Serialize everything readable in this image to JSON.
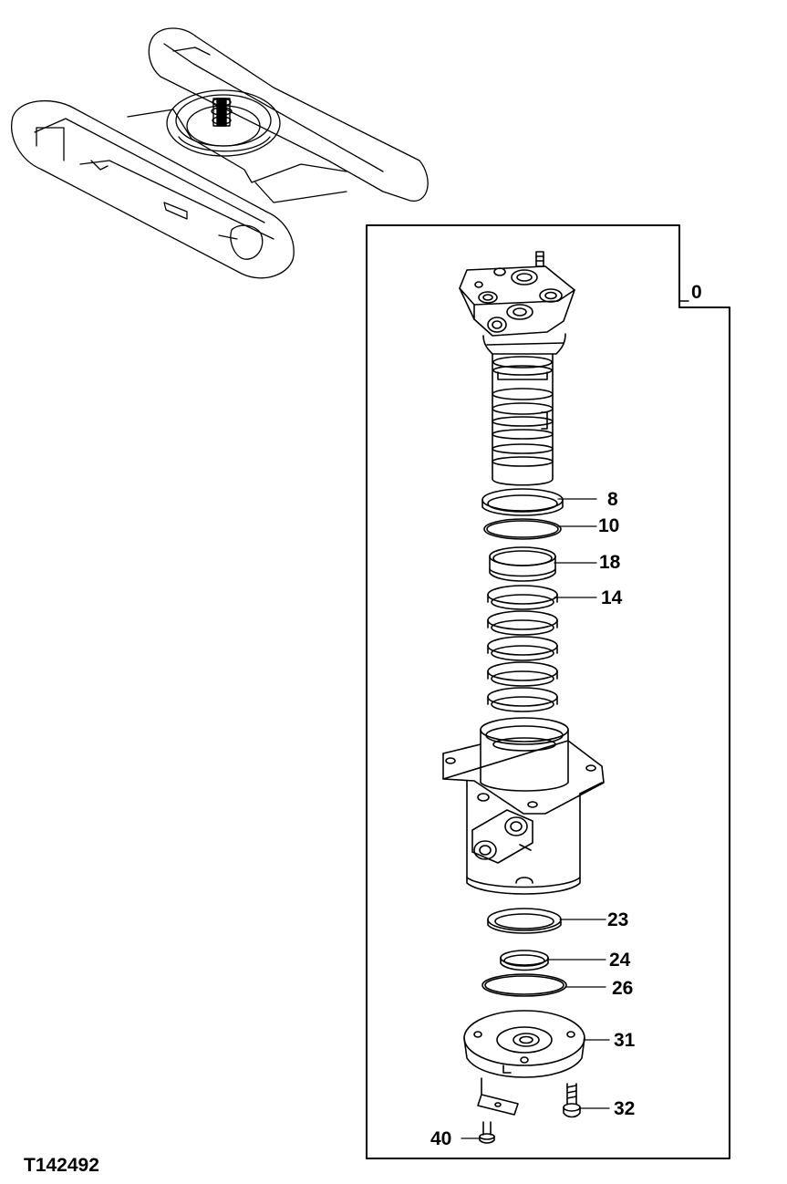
{
  "document_id": "T142492",
  "callouts": {
    "c0": "0",
    "c8": "8",
    "c10": "10",
    "c18": "18",
    "c14": "14",
    "c23": "23",
    "c24": "24",
    "c26": "26",
    "c31": "31",
    "c32": "32",
    "c40": "40"
  },
  "colors": {
    "line": "#000000",
    "background": "#ffffff"
  }
}
